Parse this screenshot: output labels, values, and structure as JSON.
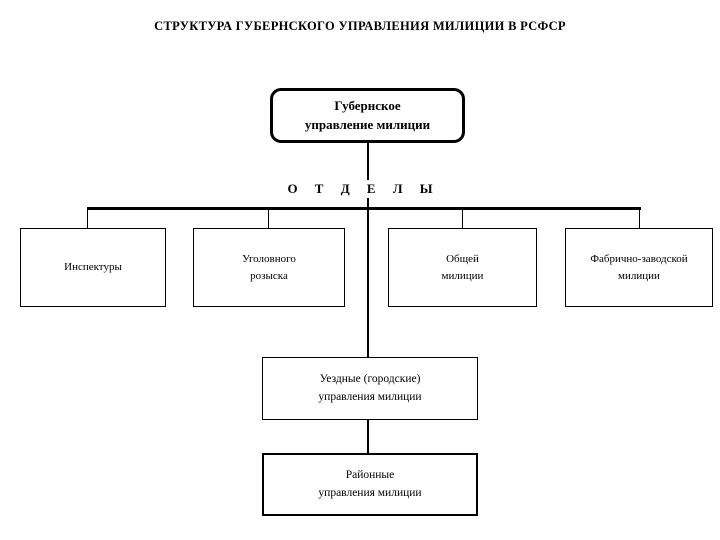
{
  "document": {
    "title": "СТРУКТУРА ГУБЕРНСКОГО УПРАВЛЕНИЯ МИЛИЦИИ В РСФСР",
    "background_color": "#ffffff",
    "line_color": "#000000",
    "text_color": "#000000"
  },
  "chart_data": {
    "type": "diagram",
    "diagram_type": "organizational-hierarchy",
    "title": "СТРУКТУРА ГУБЕРНСКОГО УПРАВЛЕНИЯ МИЛИЦИИ В РСФСР",
    "orientation": "top-down",
    "levels": 4,
    "nodes": [
      {
        "id": "root",
        "level": 0,
        "label": "Губернское управление милиции",
        "lines": [
          "Губернское",
          "управление милиции"
        ],
        "shape": "rounded-rect",
        "emphasis": "bold"
      },
      {
        "id": "dept-1",
        "level": 2,
        "label": "Инспектуры",
        "lines": [
          "Инспектуры",
          ""
        ],
        "shape": "rect",
        "emphasis": "normal"
      },
      {
        "id": "dept-2",
        "level": 2,
        "label": "Уголовного розыска",
        "lines": [
          "Уголовного",
          "розыска"
        ],
        "shape": "rect",
        "emphasis": "normal"
      },
      {
        "id": "dept-3",
        "level": 2,
        "label": "Общей милиции",
        "lines": [
          "Общей",
          "милиции"
        ],
        "shape": "rect",
        "emphasis": "normal"
      },
      {
        "id": "dept-4",
        "level": 2,
        "label": "Фабрично-заводской милиции",
        "lines": [
          "Фабрично-заводской",
          "милиции"
        ],
        "shape": "rect",
        "emphasis": "normal"
      },
      {
        "id": "uyezd",
        "level": 3,
        "label": "Уездные (городские) управления милиции",
        "lines": [
          "Уездные (городские)",
          "управления милиции"
        ],
        "shape": "rect",
        "emphasis": "normal"
      },
      {
        "id": "raion",
        "level": 4,
        "label": "Районные управления милиции",
        "lines": [
          "Районные",
          "управления милиции"
        ],
        "shape": "rect",
        "emphasis": "heavy-border"
      }
    ],
    "group_caption": "О Т Д Е Л Ы",
    "edges": [
      {
        "from": "root",
        "to": "bus",
        "style": "solid"
      },
      {
        "from": "bus",
        "to": "dept-1",
        "style": "solid"
      },
      {
        "from": "bus",
        "to": "dept-2",
        "style": "solid"
      },
      {
        "from": "bus",
        "to": "dept-3",
        "style": "solid"
      },
      {
        "from": "bus",
        "to": "dept-4",
        "style": "solid"
      },
      {
        "from": "root",
        "to": "uyezd",
        "style": "solid"
      },
      {
        "from": "uyezd",
        "to": "raion",
        "style": "solid"
      }
    ]
  },
  "root": {
    "line1": "Губернское",
    "line2": "управление милиции"
  },
  "group": {
    "caption": "О Т Д Е Л Ы"
  },
  "departments": [
    {
      "line1": "Инспектуры",
      "line2": ""
    },
    {
      "line1": "Уголовного",
      "line2": "розыска"
    },
    {
      "line1": "Общей",
      "line2": "милиции"
    },
    {
      "line1": "Фабрично-заводской",
      "line2": "милиции"
    }
  ],
  "uyezd": {
    "line1": "Уездные (городские)",
    "line2": "управления милиции"
  },
  "raion": {
    "line1": "Районные",
    "line2": "управления милиции"
  }
}
